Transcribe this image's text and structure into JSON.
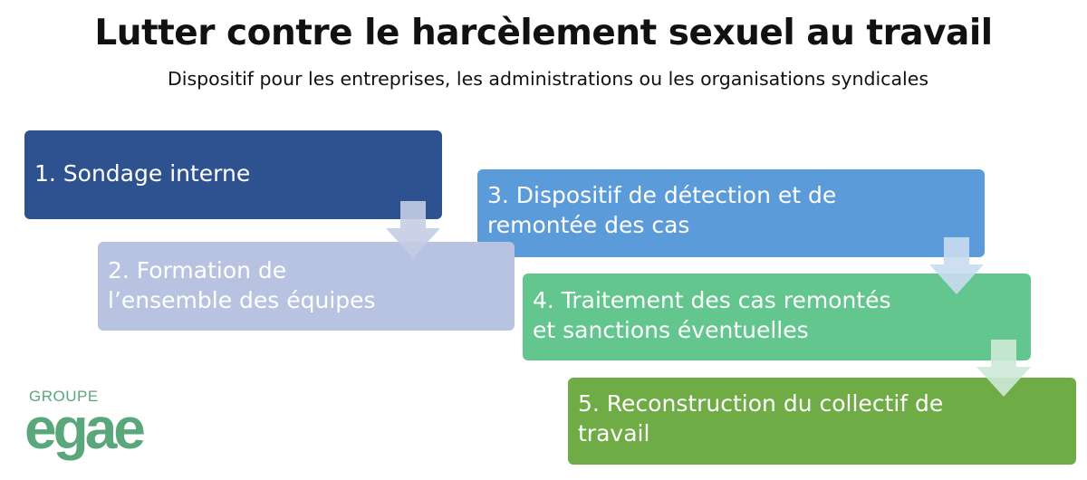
{
  "header": {
    "title": "Lutter contre le harcèlement sexuel au travail",
    "subtitle": "Dispositif pour les entreprises, les administrations ou les organisations syndicales"
  },
  "steps": [
    {
      "lines": [
        "1. Sondage interne"
      ],
      "color": "#2e5190"
    },
    {
      "lines": [
        "2. Formation de",
        "l’ensemble des équipes"
      ],
      "color": "#b7c3e0"
    },
    {
      "lines": [
        "3. Dispositif de détection et de",
        "remontée des cas"
      ],
      "color": "#5c9bd9"
    },
    {
      "lines": [
        "4. Traitement des cas remontés",
        "et sanctions éventuelles"
      ],
      "color": "#63c68e"
    },
    {
      "lines": [
        "5. Reconstruction du collectif de",
        "travail"
      ],
      "color": "#6fac46"
    }
  ],
  "logo": {
    "top_text": "GROUPE",
    "main_text": "egae",
    "color": "#5aa77c"
  }
}
